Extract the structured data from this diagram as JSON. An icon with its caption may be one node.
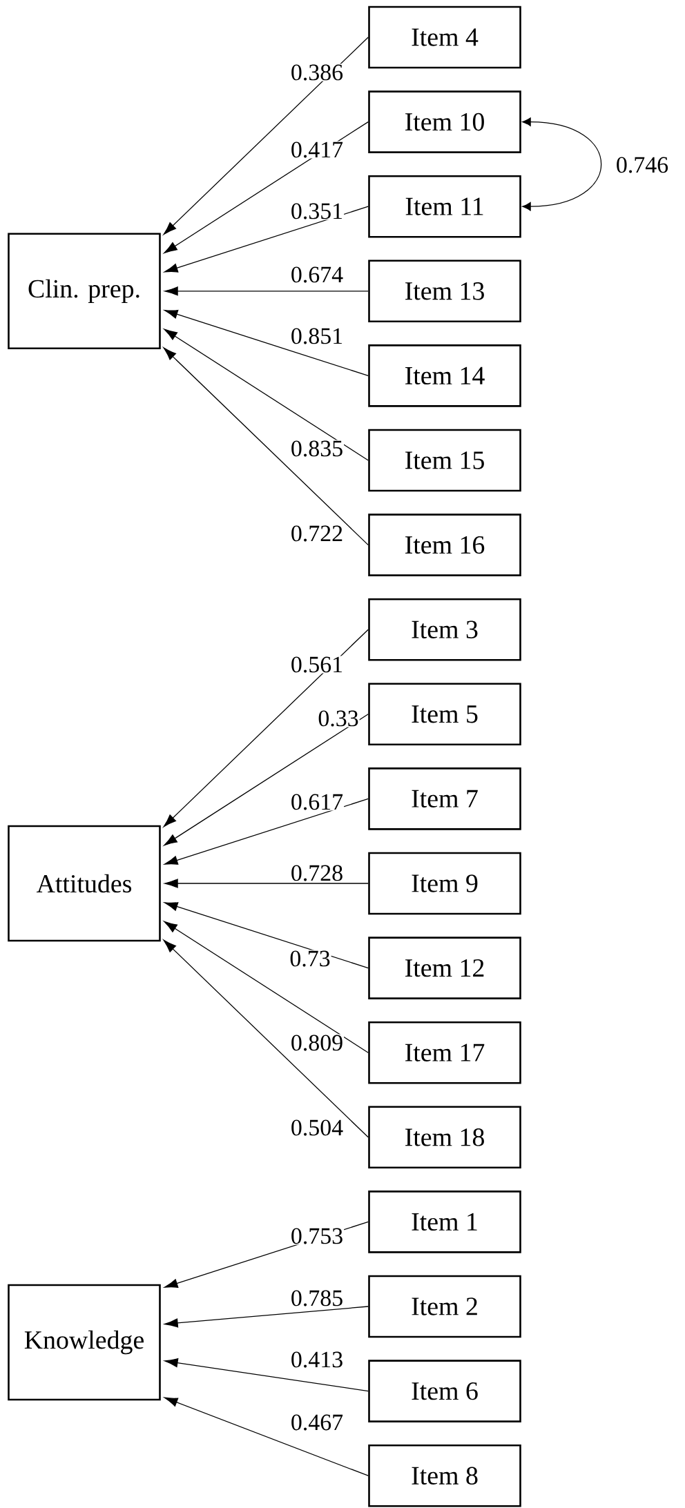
{
  "diagram": {
    "nodes": [
      {
        "text": [
          "Item 4"
        ]
      },
      {
        "text": [
          "Item 10"
        ]
      },
      {
        "text": [
          "Item 11"
        ]
      },
      {
        "text": [
          "Clin. prep."
        ]
      },
      {
        "text": [
          "Item 13"
        ]
      },
      {
        "text": [
          "Item 14"
        ]
      },
      {
        "text": [
          "Item 15"
        ]
      },
      {
        "text": [
          "Item 16"
        ]
      },
      {
        "text": [
          "Item 3"
        ]
      },
      {
        "text": [
          "Item 5"
        ]
      },
      {
        "text": [
          "Item 7"
        ]
      },
      {
        "text": [
          "Attitudes"
        ]
      },
      {
        "text": [
          "Item 9"
        ]
      },
      {
        "text": [
          "Item 12"
        ]
      },
      {
        "text": [
          "Item 17"
        ]
      },
      {
        "text": [
          "Item 18"
        ]
      },
      {
        "text": [
          "Item 1"
        ]
      },
      {
        "text": [
          "Item 2"
        ]
      },
      {
        "text": [
          "Knowledge"
        ]
      },
      {
        "text": [
          "Item 6"
        ]
      },
      {
        "text": [
          "Item 8"
        ]
      }
    ],
    "edges": [
      {
        "from": 0,
        "to": 3,
        "arrow": "to",
        "label": "0.386"
      },
      {
        "from": 1,
        "to": 3,
        "arrow": "to",
        "label": "0.417"
      },
      {
        "from": 2,
        "to": 3,
        "arrow": "to",
        "label": "0.351"
      },
      {
        "from": 4,
        "to": 3,
        "arrow": "to",
        "label": "0.674"
      },
      {
        "from": 5,
        "to": 3,
        "arrow": "to",
        "label": "0.851"
      },
      {
        "from": 6,
        "to": 3,
        "arrow": "to",
        "label": "0.835"
      },
      {
        "from": 7,
        "to": 3,
        "arrow": "to",
        "label": "0.722"
      },
      {
        "from": 1,
        "to": 2,
        "arrow": "both",
        "label": "0.746"
      },
      {
        "from": 8,
        "to": 11,
        "arrow": "to",
        "label": "0.561"
      },
      {
        "from": 9,
        "to": 11,
        "arrow": "to",
        "label": "0.33"
      },
      {
        "from": 10,
        "to": 11,
        "arrow": "to",
        "label": "0.617"
      },
      {
        "from": 12,
        "to": 11,
        "arrow": "to",
        "label": "0.728"
      },
      {
        "from": 13,
        "to": 11,
        "arrow": "to",
        "label": "0.73"
      },
      {
        "from": 14,
        "to": 11,
        "arrow": "to",
        "label": "0.809"
      },
      {
        "from": 15,
        "to": 11,
        "arrow": "to",
        "label": "0.504"
      },
      {
        "from": 16,
        "to": 18,
        "arrow": "to",
        "label": "0.753"
      },
      {
        "from": 17,
        "to": 18,
        "arrow": "to",
        "label": "0.785"
      },
      {
        "from": 19,
        "to": 18,
        "arrow": "to",
        "label": "0.413"
      },
      {
        "from": 20,
        "to": 18,
        "arrow": "to",
        "label": "0.467"
      }
    ]
  }
}
